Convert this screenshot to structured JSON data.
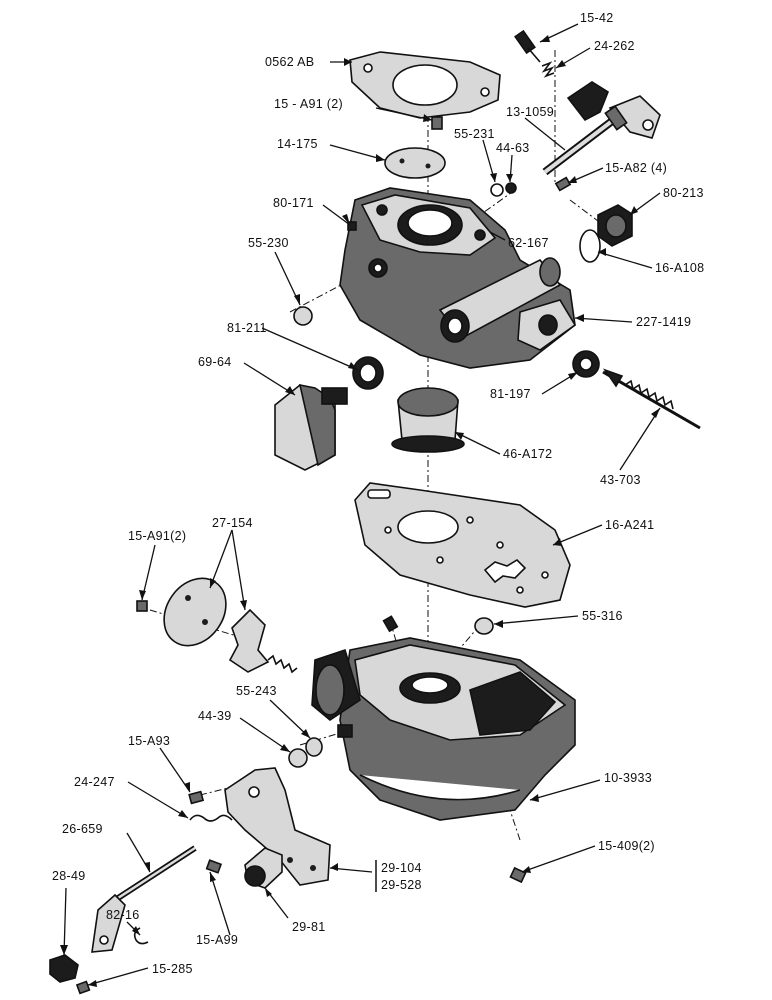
{
  "parts": [
    {
      "id": "p-15-42",
      "label": "15-42"
    },
    {
      "id": "p-24-262",
      "label": "24-262"
    },
    {
      "id": "p-0562ab",
      "label": "0562 AB"
    },
    {
      "id": "p-15-a91-top",
      "label": "15 - A91 (2)"
    },
    {
      "id": "p-13-1059",
      "label": "13-1059"
    },
    {
      "id": "p-55-231",
      "label": "55-231"
    },
    {
      "id": "p-44-63",
      "label": "44-63"
    },
    {
      "id": "p-14-175",
      "label": "14-175"
    },
    {
      "id": "p-15-a82",
      "label": "15-A82 (4)"
    },
    {
      "id": "p-80-171",
      "label": "80-171"
    },
    {
      "id": "p-80-213",
      "label": "80-213"
    },
    {
      "id": "p-62-167",
      "label": "62-167"
    },
    {
      "id": "p-55-230",
      "label": "55-230"
    },
    {
      "id": "p-16-a108",
      "label": "16-A108"
    },
    {
      "id": "p-81-211",
      "label": "81-211"
    },
    {
      "id": "p-227-1419",
      "label": "227-1419"
    },
    {
      "id": "p-69-64",
      "label": "69-64"
    },
    {
      "id": "p-81-197",
      "label": "81-197"
    },
    {
      "id": "p-46-a172",
      "label": "46-A172"
    },
    {
      "id": "p-43-703",
      "label": "43-703"
    },
    {
      "id": "p-16-a241",
      "label": "16-A241"
    },
    {
      "id": "p-15-a91-left",
      "label": "15-A91(2)"
    },
    {
      "id": "p-27-154",
      "label": "27-154"
    },
    {
      "id": "p-55-316",
      "label": "55-316"
    },
    {
      "id": "p-55-243",
      "label": "55-243"
    },
    {
      "id": "p-44-39",
      "label": "44-39"
    },
    {
      "id": "p-15-a93",
      "label": "15-A93"
    },
    {
      "id": "p-24-247",
      "label": "24-247"
    },
    {
      "id": "p-10-3933",
      "label": "10-3933"
    },
    {
      "id": "p-26-659",
      "label": "26-659"
    },
    {
      "id": "p-15-409",
      "label": "15-409(2)"
    },
    {
      "id": "p-29-104",
      "label": "29-104"
    },
    {
      "id": "p-29-528",
      "label": "29-528"
    },
    {
      "id": "p-28-49",
      "label": "28-49"
    },
    {
      "id": "p-82-16",
      "label": "82-16"
    },
    {
      "id": "p-29-81",
      "label": "29-81"
    },
    {
      "id": "p-15-a99",
      "label": "15-A99"
    },
    {
      "id": "p-15-285",
      "label": "15-285"
    }
  ]
}
